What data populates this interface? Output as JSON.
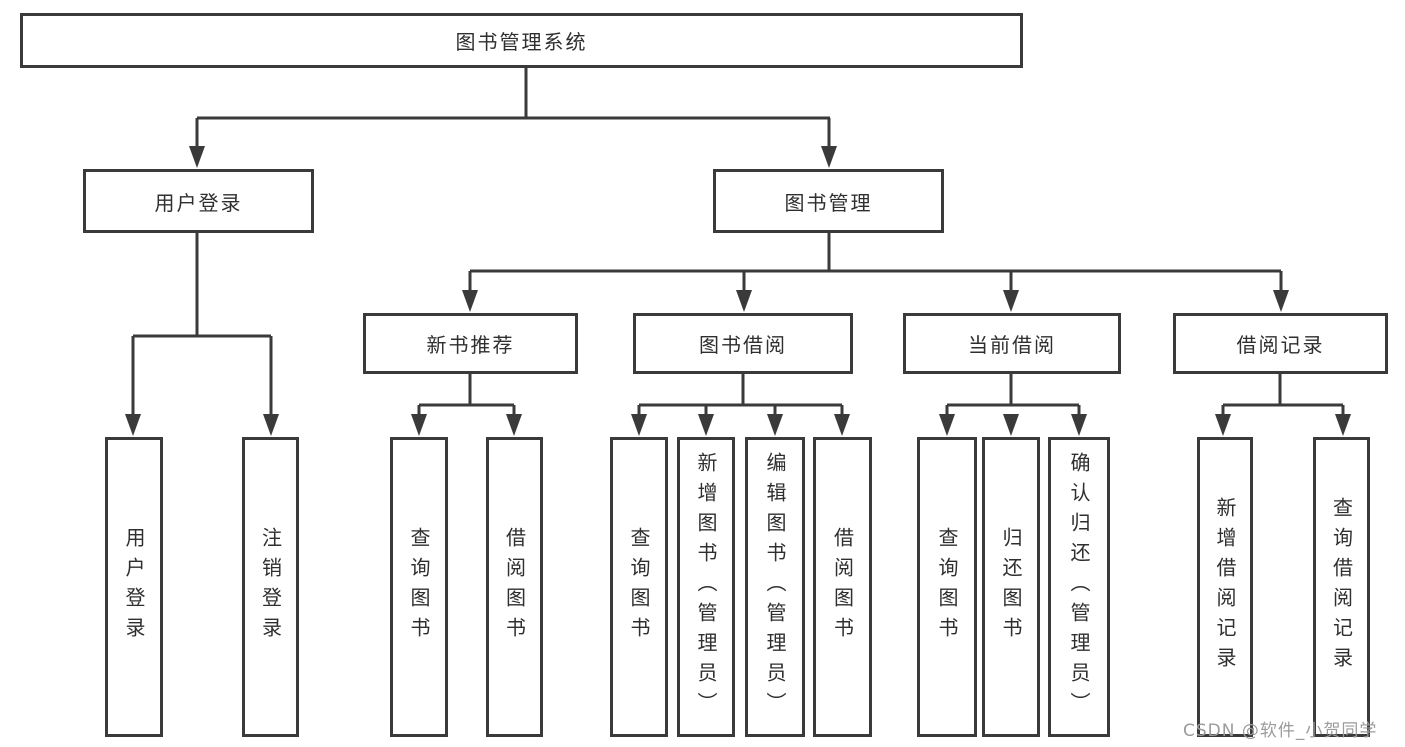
{
  "diagram_title": "图书管理系统",
  "nodes": {
    "root": {
      "label": "图书管理系统"
    },
    "user_login": {
      "label": "用户登录"
    },
    "book_management": {
      "label": "图书管理"
    },
    "new_book_rec": {
      "label": "新书推荐"
    },
    "book_borrowing": {
      "label": "图书借阅"
    },
    "current_borrowing": {
      "label": "当前借阅"
    },
    "borrowing_records": {
      "label": "借阅记录"
    },
    "leaf_user_login": {
      "label": "用户登录"
    },
    "leaf_logout": {
      "label": "注销登录"
    },
    "leaf_nbr_search_book": {
      "label": "查询图书"
    },
    "leaf_nbr_borrow_book": {
      "label": "借阅图书"
    },
    "leaf_bb_search_book": {
      "label": "查询图书"
    },
    "leaf_bb_add_book": {
      "label": "新增图书（管理员）"
    },
    "leaf_bb_edit_book": {
      "label": "编辑图书（管理员）"
    },
    "leaf_bb_borrow_book": {
      "label": "借阅图书"
    },
    "leaf_cb_search_book": {
      "label": "查询图书"
    },
    "leaf_cb_return_book": {
      "label": "归还图书"
    },
    "leaf_cb_confirm_return": {
      "label": "确认归还（管理员）"
    },
    "leaf_br_add_record": {
      "label": "新增借阅记录"
    },
    "leaf_br_search_record": {
      "label": "查询借阅记录"
    }
  },
  "hierarchy": {
    "图书管理系统": {
      "用户登录": [
        "用户登录",
        "注销登录"
      ],
      "图书管理": {
        "新书推荐": [
          "查询图书",
          "借阅图书"
        ],
        "图书借阅": [
          "查询图书",
          "新增图书（管理员）",
          "编辑图书（管理员）",
          "借阅图书"
        ],
        "当前借阅": [
          "查询图书",
          "归还图书",
          "确认归还（管理员）"
        ],
        "借阅记录": [
          "新增借阅记录",
          "查询借阅记录"
        ]
      }
    }
  },
  "watermark": {
    "text": "CSDN @软件_小贺同学"
  },
  "colors": {
    "line": "#3a3a3a",
    "box_border": "#3a3a3a",
    "text": "#2f2f2f",
    "watermark": "#9b9b9b",
    "background": "#ffffff"
  }
}
